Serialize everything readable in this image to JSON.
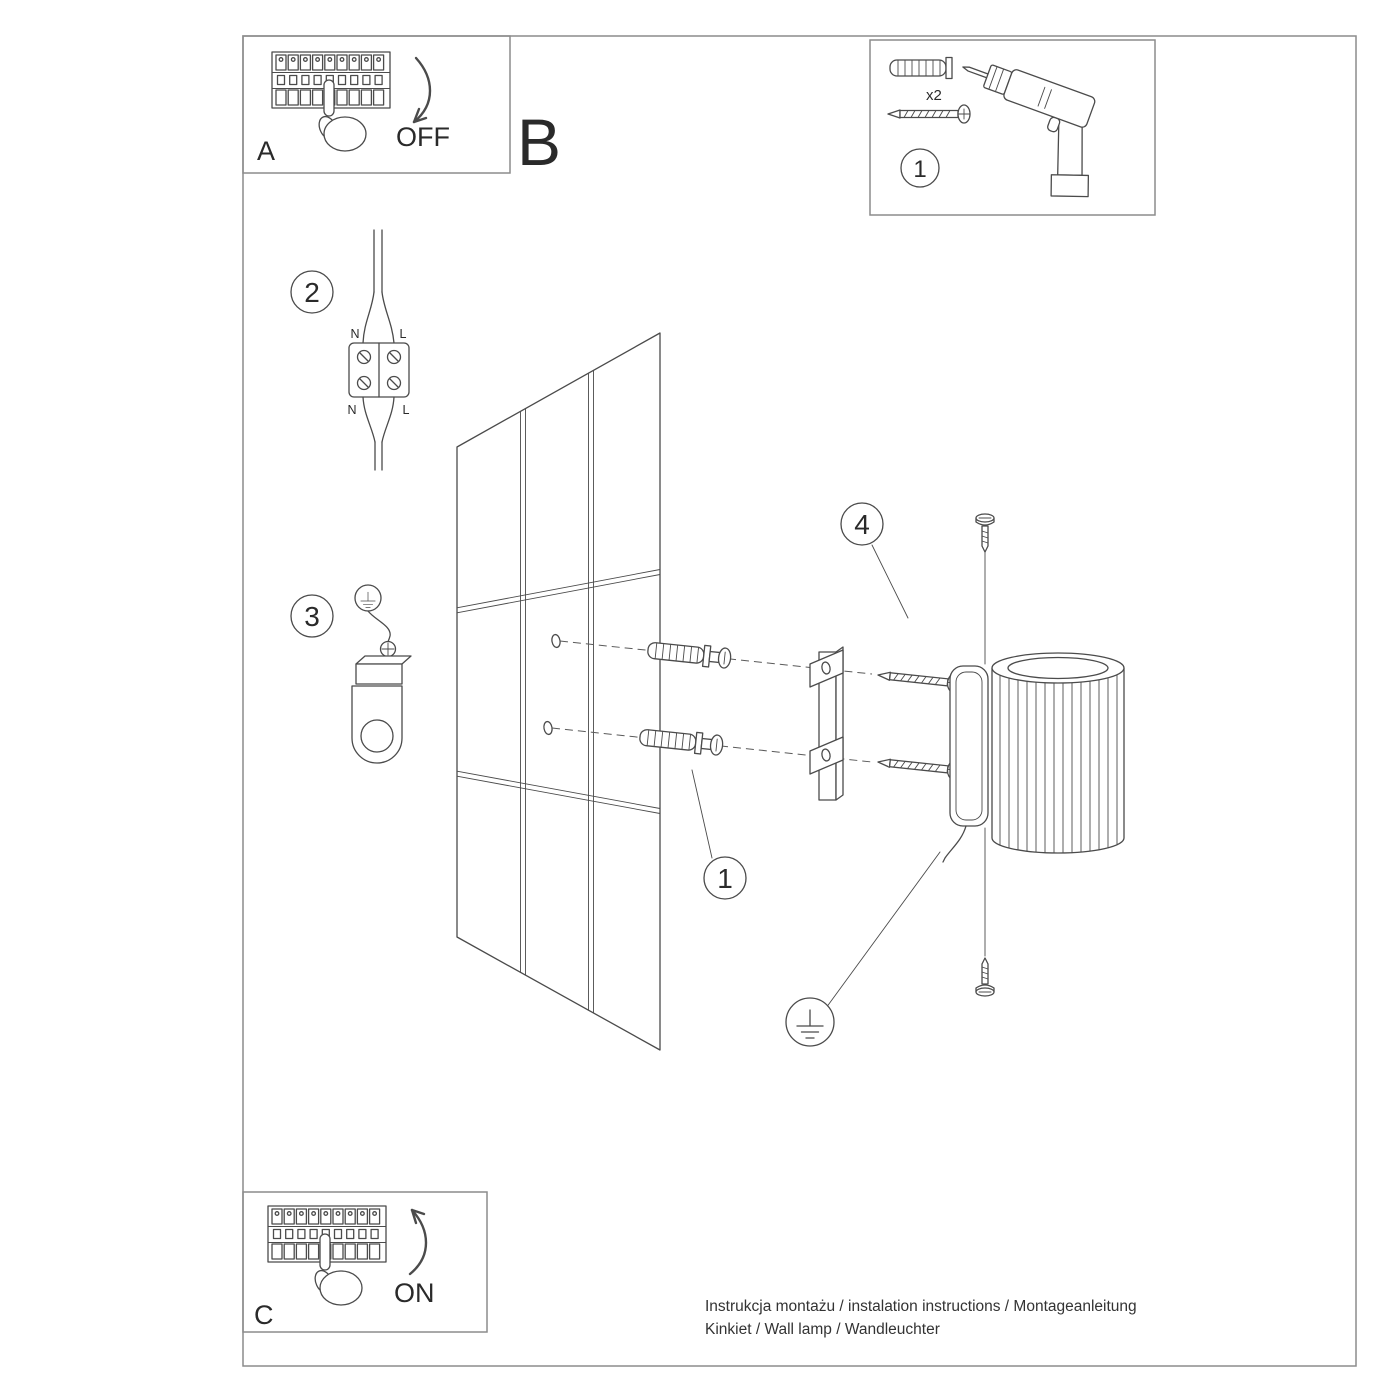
{
  "sheet": {
    "panel_a": {
      "label": "A",
      "switch_state": "OFF"
    },
    "section_b": {
      "label": "B"
    },
    "panel_c": {
      "label": "C",
      "switch_state": "ON"
    },
    "tools": {
      "step_number": "1",
      "anchor_quantity": "x2"
    },
    "callouts": {
      "step_2": "2",
      "step_3": "3",
      "step_4": "4",
      "anchor_ref": "1"
    },
    "terminal_labels": {
      "n_top": "N",
      "l_top": "L",
      "n_bottom": "N",
      "l_bottom": "L"
    },
    "footer": {
      "line_1": "Instrukcja montażu / instalation instructions / Montageanleitung",
      "line_2": "Kinkiet / Wall lamp / Wandleuchter"
    }
  }
}
